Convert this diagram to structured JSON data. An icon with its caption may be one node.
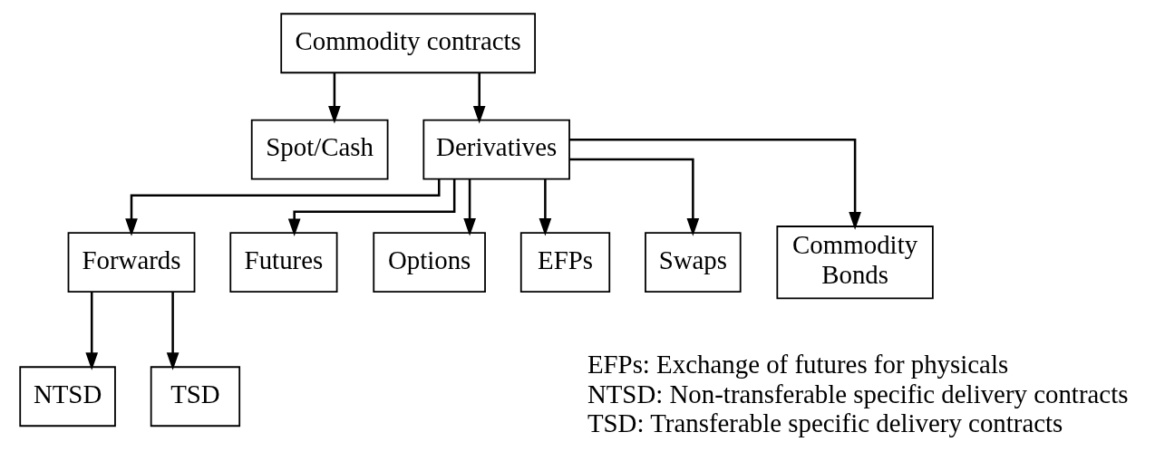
{
  "diagram": {
    "nodes": [
      {
        "text": [
          "Commodity contracts"
        ]
      },
      {
        "text": [
          "Spot/Cash"
        ]
      },
      {
        "text": [
          "Derivatives"
        ]
      },
      {
        "text": [
          "Forwards"
        ]
      },
      {
        "text": [
          "Futures"
        ]
      },
      {
        "text": [
          "Options"
        ]
      },
      {
        "text": [
          "EFPs"
        ]
      },
      {
        "text": [
          "Swaps"
        ]
      },
      {
        "text": [
          "Commodity Bonds"
        ]
      },
      {
        "text": [
          "NTSD"
        ]
      },
      {
        "text": [
          "TSD"
        ]
      }
    ],
    "edges": [
      {
        "from": 0,
        "to": 1,
        "arrow": "to"
      },
      {
        "from": 0,
        "to": 2,
        "arrow": "to"
      },
      {
        "from": 2,
        "to": 3,
        "arrow": "to"
      },
      {
        "from": 2,
        "to": 4,
        "arrow": "to"
      },
      {
        "from": 2,
        "to": 5,
        "arrow": "to"
      },
      {
        "from": 2,
        "to": 6,
        "arrow": "to"
      },
      {
        "from": 2,
        "to": 7,
        "arrow": "to"
      },
      {
        "from": 2,
        "to": 8,
        "arrow": "to"
      },
      {
        "from": 3,
        "to": 9,
        "arrow": "to"
      },
      {
        "from": 3,
        "to": 10,
        "arrow": "to"
      }
    ],
    "labels": [
      "EFPs: Exchange of futures for physicals",
      "NTSD: Non-transferable specific delivery contracts",
      "TSD: Transferable specific delivery contracts"
    ]
  }
}
